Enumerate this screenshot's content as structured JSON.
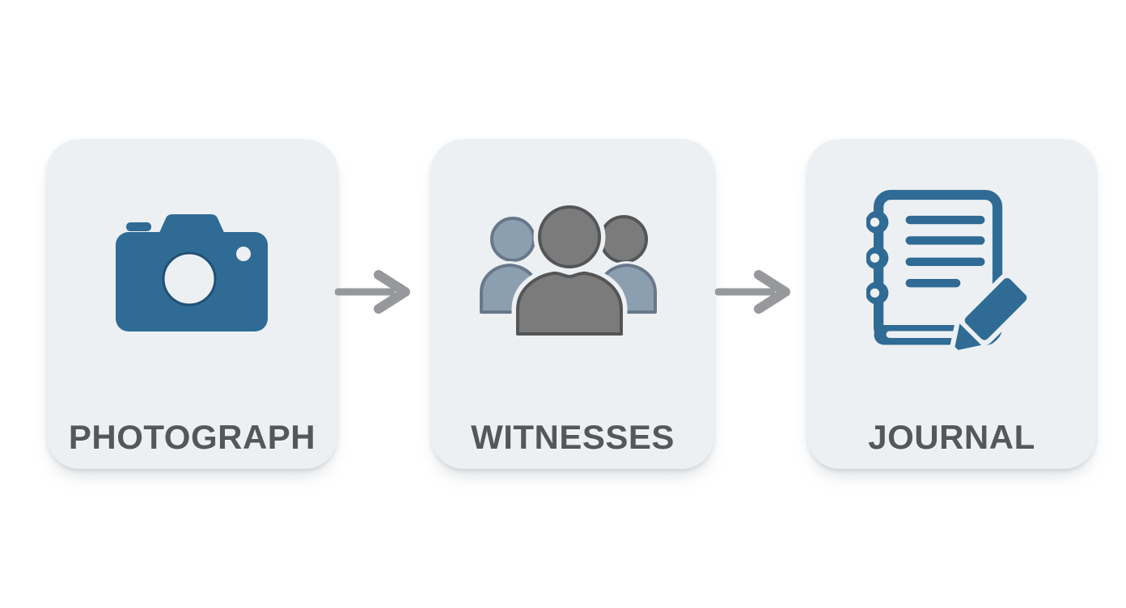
{
  "diagram": {
    "steps": [
      {
        "label": "PHOTOGRAPH",
        "icon": "camera-icon"
      },
      {
        "label": "WITNESSES",
        "icon": "people-icon"
      },
      {
        "label": "JOURNAL",
        "icon": "journal-icon"
      }
    ],
    "connectors": [
      {
        "type": "arrow-right"
      },
      {
        "type": "arrow-right"
      }
    ]
  },
  "colors": {
    "page_bg": "#ffffff",
    "card_bg": "#edf0f3",
    "accent_blue": "#2f6b95",
    "lens_ring": "#224f73",
    "dark_gray": "#7b7b7b",
    "dark_gray_stroke": "#545557",
    "blue_gray": "#8b9fb1",
    "blue_gray_stroke": "#68788a",
    "arrow_gray": "#97989b",
    "label_text": "#56575b"
  }
}
